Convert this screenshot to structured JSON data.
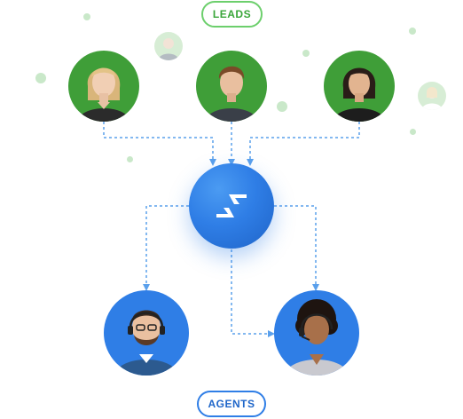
{
  "labels": {
    "leads": "LEADS",
    "agents": "AGENTS"
  },
  "nodes": {
    "leads": [
      "lead-woman-blonde",
      "lead-man",
      "lead-woman-dark-hair"
    ],
    "hub": "swap-arrows-icon",
    "agents": [
      "agent-man-headset",
      "agent-woman-headset"
    ]
  },
  "colors": {
    "lead_background": "#3f9e38",
    "agent_background": "#2f7ee6",
    "hub": "#2f7ee6",
    "connector": "#5aa0ec",
    "leads_pill_border": "#6ccf6c",
    "agents_pill_border": "#2f7ee6"
  }
}
